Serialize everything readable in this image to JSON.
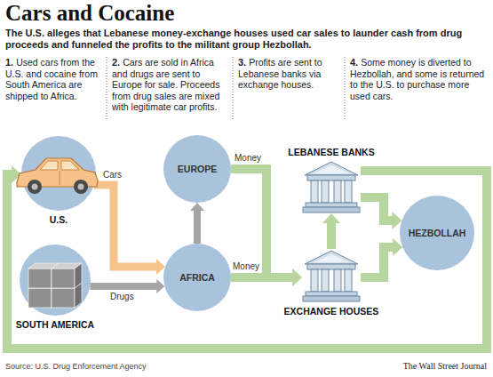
{
  "diagram": {
    "title": "Cars and Cocaine",
    "nodes": [
      {
        "text": [
          "U.S."
        ]
      },
      {
        "text": [
          "SOUTH AMERICA"
        ]
      },
      {
        "text": [
          "EUROPE"
        ]
      },
      {
        "text": [
          "AFRICA"
        ]
      },
      {
        "text": [
          "LEBANESE BANKS"
        ]
      },
      {
        "text": [
          "EXCHANGE HOUSES"
        ]
      },
      {
        "text": [
          "HEZBOLLAH"
        ]
      }
    ],
    "edges": [
      {
        "from": 0,
        "to": 3,
        "label": "Cars",
        "arrow": "to"
      },
      {
        "from": 1,
        "to": 3,
        "label": "Drugs",
        "arrow": "to"
      },
      {
        "from": 3,
        "to": 2,
        "arrow": "to"
      },
      {
        "from": 2,
        "to": 5,
        "label": "Money",
        "arrow": "to"
      },
      {
        "from": 3,
        "to": 5,
        "label": "Money",
        "arrow": "to"
      },
      {
        "from": 5,
        "to": 4,
        "arrow": "to"
      },
      {
        "from": 4,
        "to": 6,
        "arrow": "to"
      },
      {
        "from": 5,
        "to": 6,
        "arrow": "to"
      },
      {
        "from": 4,
        "to": 0,
        "arrow": "to"
      }
    ],
    "labels": [
      "The U.S. alleges that Lebanese money-exchange houses used car sales to launder cash from drug proceeds and funneled the profits to the militant group Hezbollah.",
      "1.",
      "Used cars from the U.S. and cocaine from South America are shipped to Africa.",
      "2.",
      "Cars are sold in Africa and drugs are sent to Europe for sale. Proceeds from drug sales are mixed with legitimate car profits.",
      "3.",
      "Profits are sent to Lebanese banks via exchange houses.",
      "4.",
      "Some money is diverted to Hezbollah, and some is returned to the U.S. to purchase more used cars.",
      "Source: U.S. Drug Enforcement Agency",
      "The Wall Street Journal"
    ]
  }
}
